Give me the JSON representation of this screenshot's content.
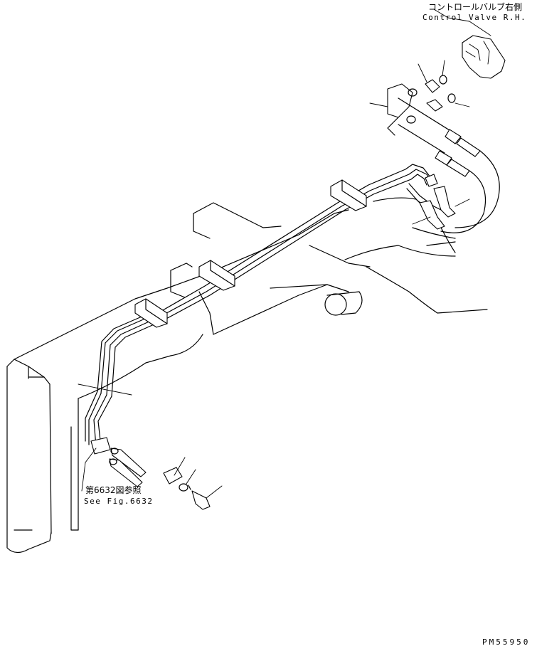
{
  "labels": {
    "control_valve_jp": "コントロールバルブ右側",
    "control_valve_en": "Control Valve R.H.",
    "ref_jp": "第6632図参照",
    "ref_en": "See Fig.6632",
    "drawing_code": "PM55950"
  }
}
